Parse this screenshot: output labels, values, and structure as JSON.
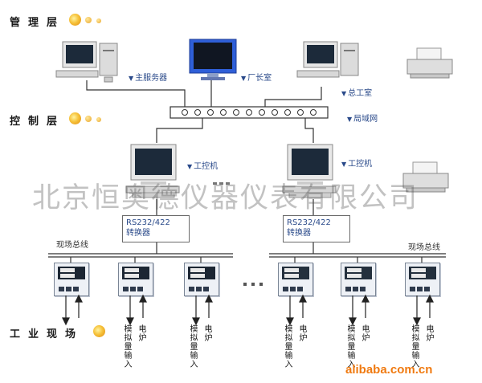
{
  "layers": {
    "management": "管理层",
    "control": "控制层",
    "field": "工业现场"
  },
  "management": {
    "main_server": "主服务器",
    "factory_director": "厂长室",
    "chief_engineer": "总工室"
  },
  "network": {
    "lan": "局域网"
  },
  "control": {
    "ipc_left": "工控机",
    "ipc_right": "工控机",
    "converter_left": "RS232/422\n转换器",
    "converter_right": "RS232/422\n转换器"
  },
  "field": {
    "bus_left": "现场总线",
    "bus_right": "现场总线",
    "analog_input": "模拟量输入",
    "furnace": "电炉"
  },
  "watermark": "北京恒奥德仪器仪表有限公司",
  "source_mark": "alibaba.com.cn"
}
